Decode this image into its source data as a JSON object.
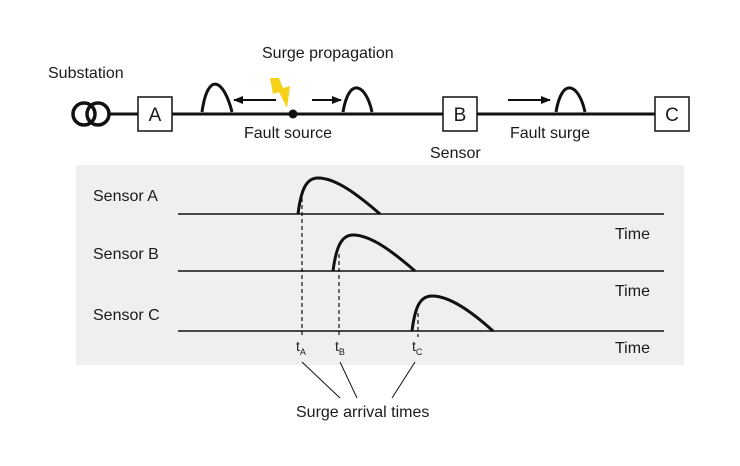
{
  "colors": {
    "panel_bg": "#efefef",
    "line": "#111111",
    "lightning": "#f7d117",
    "background": "#ffffff"
  },
  "top": {
    "substation_label": "Substation",
    "substation_icon": "transformer-icon",
    "propagation_label": "Surge propagation",
    "fault_label": "Fault source",
    "fault_icon": "lightning-icon",
    "fault_surge_label": "Fault surge",
    "sensor_label": "Sensor",
    "boxes": {
      "a": "A",
      "b": "B",
      "c": "C"
    }
  },
  "waveforms": {
    "rows": [
      {
        "label": "Sensor A",
        "axis_label": "Time"
      },
      {
        "label": "Sensor B",
        "axis_label": "Time"
      },
      {
        "label": "Sensor C",
        "axis_label": "Time"
      }
    ],
    "ticks": [
      {
        "main": "t",
        "sub": "A"
      },
      {
        "main": "t",
        "sub": "B"
      },
      {
        "main": "t",
        "sub": "C"
      }
    ],
    "arrival_caption": "Surge arrival times"
  }
}
